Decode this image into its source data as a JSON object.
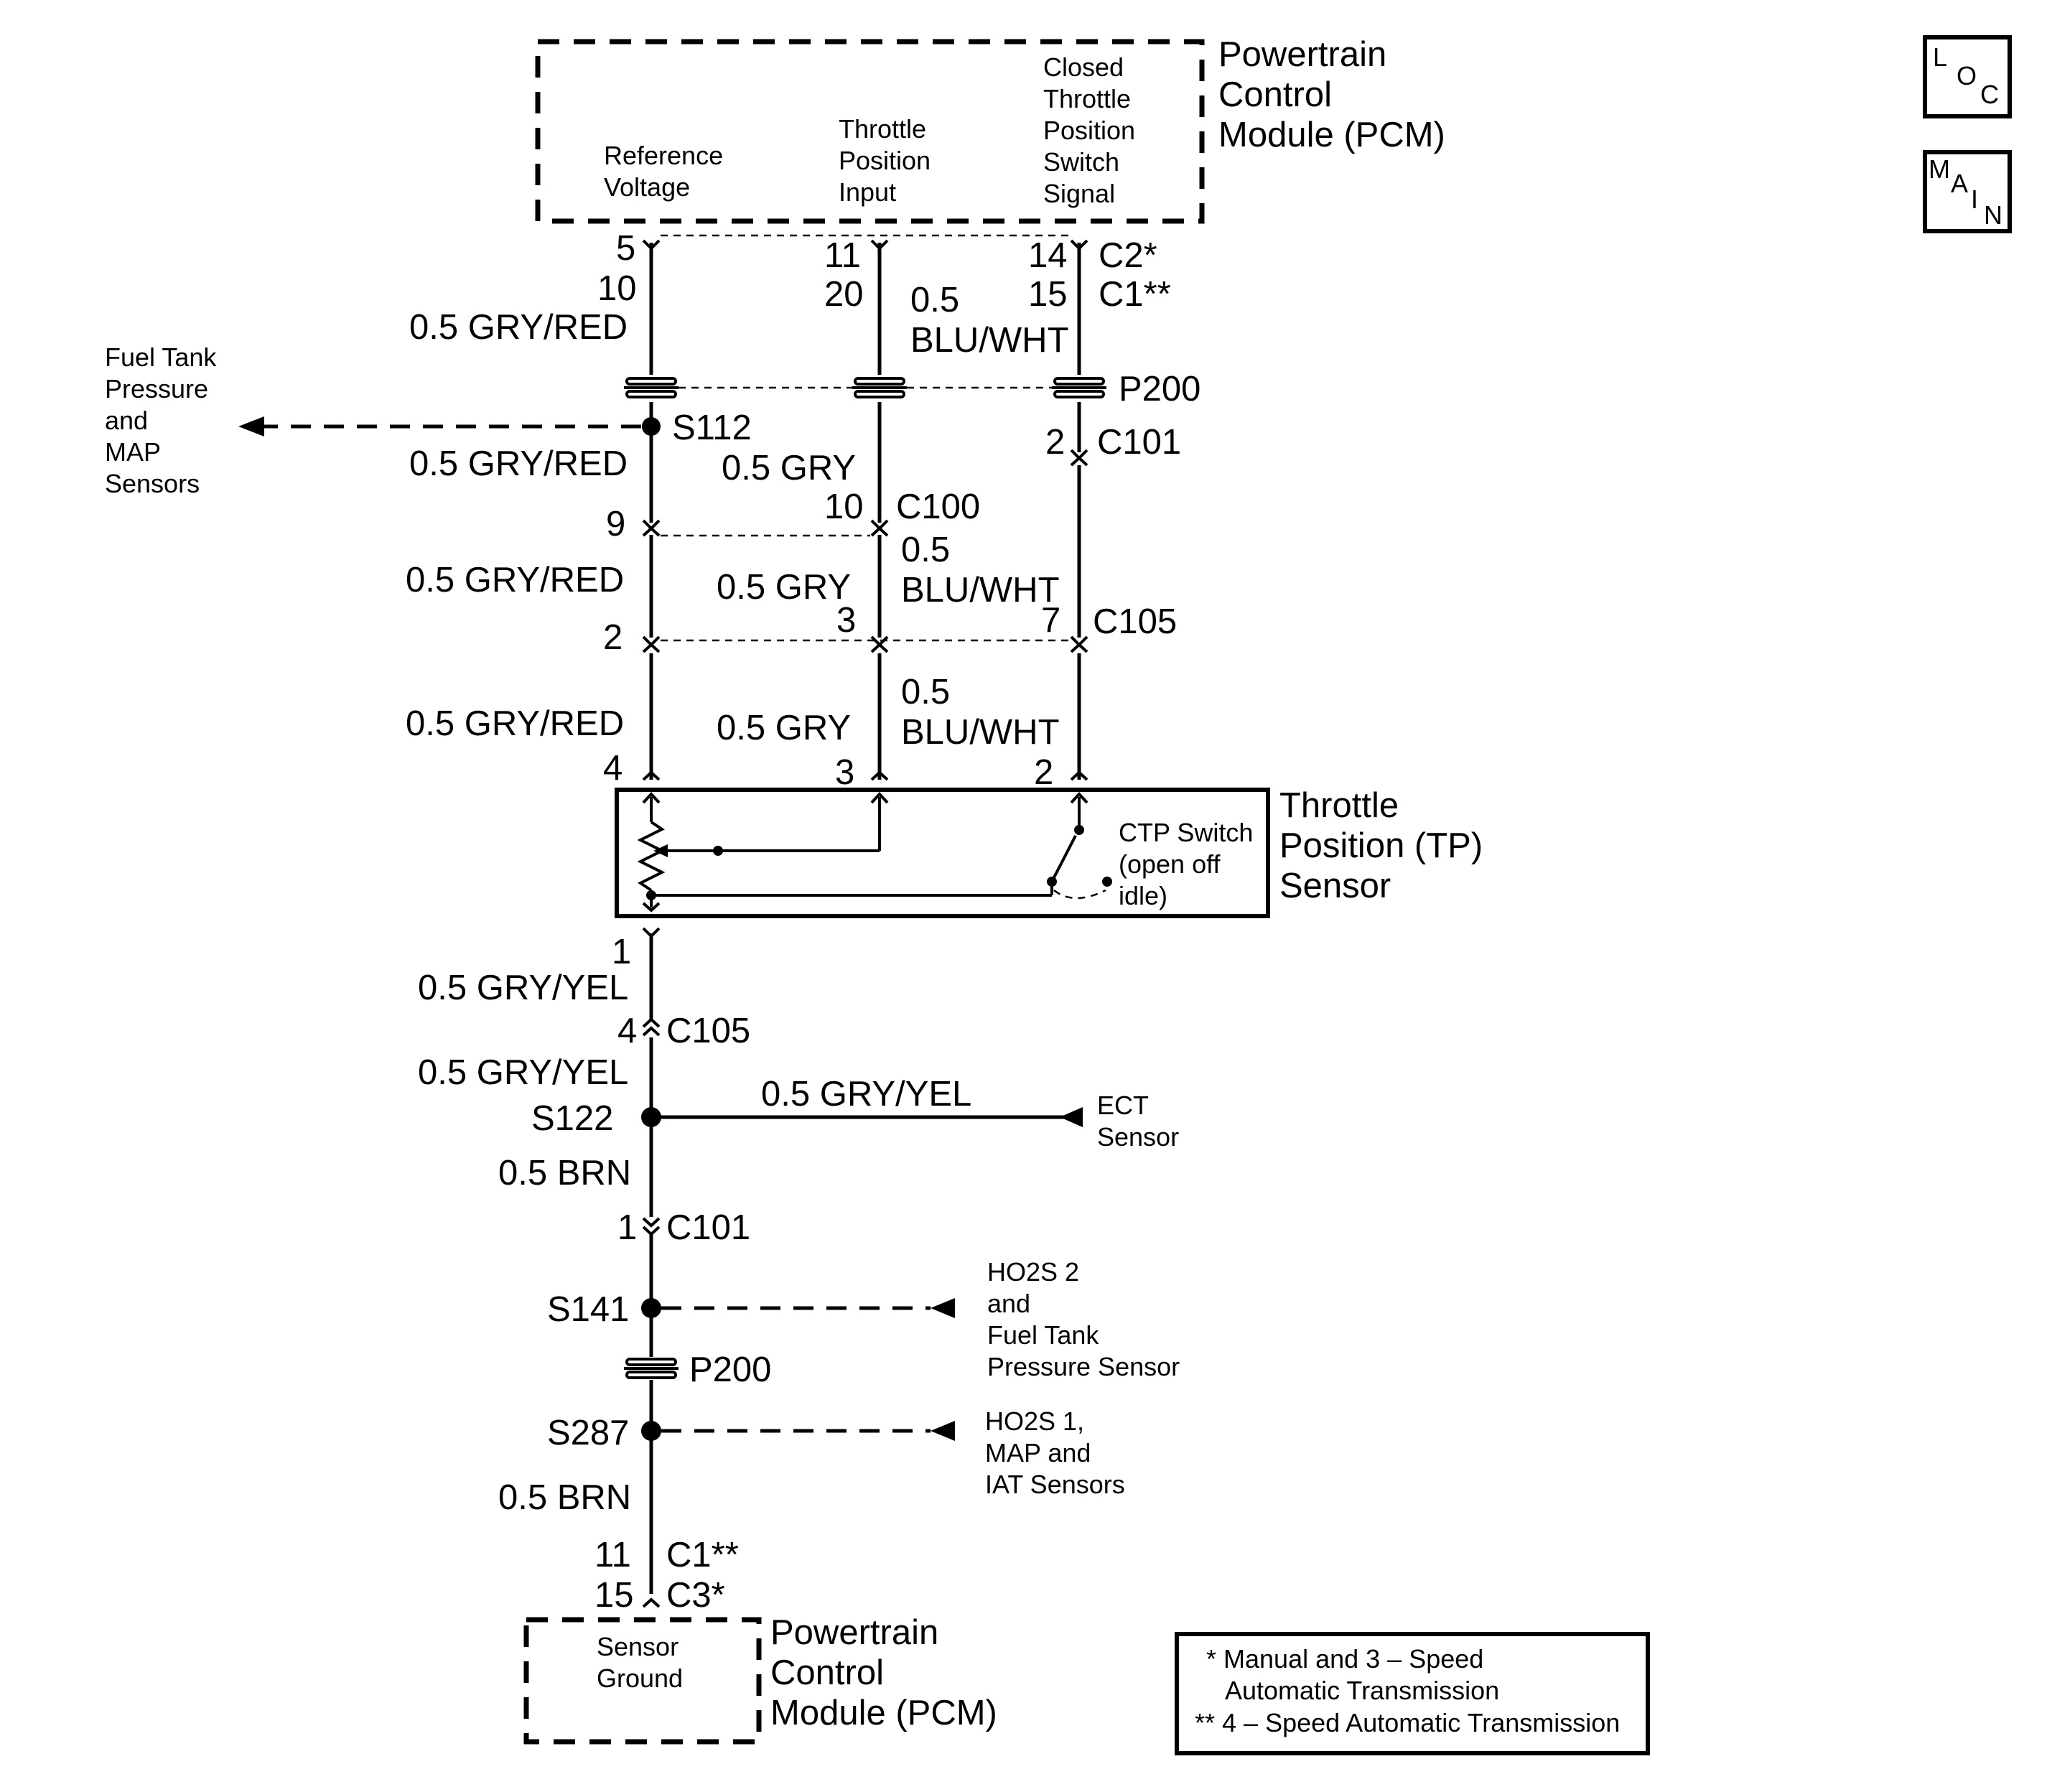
{
  "pcm_top": {
    "title": [
      "Powertrain",
      "Control",
      "Module (PCM)"
    ],
    "pins": {
      "ref_voltage": [
        "Reference",
        "Voltage"
      ],
      "tp_input": [
        "Throttle",
        "Position",
        "Input"
      ],
      "ctp_signal": [
        "Closed",
        "Throttle",
        "Position",
        "Switch",
        "Signal"
      ]
    }
  },
  "pcm_bottom": {
    "title": [
      "Powertrain",
      "Control",
      "Module (PCM)"
    ],
    "pin": [
      "Sensor",
      "Ground"
    ]
  },
  "tp_sensor": {
    "title": [
      "Throttle",
      "Position (TP)",
      "Sensor"
    ],
    "switch_label": [
      "CTP Switch",
      "(open off",
      "idle)"
    ]
  },
  "wires": {
    "gry_red": "0.5 GRY/RED",
    "gry": "0.5 GRY",
    "blu_wht_a": "0.5",
    "blu_wht_b": "BLU/WHT",
    "gry_yel": "0.5 GRY/YEL",
    "brn": "0.5 BRN"
  },
  "pins": {
    "p5": "5",
    "p10": "10",
    "p11": "11",
    "p20": "20",
    "p14": "14",
    "p15": "15",
    "p2": "2",
    "p9": "9",
    "p3": "3",
    "p7": "7",
    "p4": "4",
    "p1": "1"
  },
  "connectors": {
    "c2_star": "C2*",
    "c1_dstar": "C1**",
    "c3_star": "C3*",
    "p200": "P200",
    "c101": "C101",
    "c100": "C100",
    "c105": "C105"
  },
  "splices": {
    "s112": "S112",
    "s122": "S122",
    "s141": "S141",
    "s287": "S287"
  },
  "refs": {
    "fuel_map": [
      "Fuel Tank",
      "Pressure",
      "and",
      "MAP",
      "Sensors"
    ],
    "ect": [
      "ECT",
      "Sensor"
    ],
    "ho2s2": [
      "HO2S 2",
      "and",
      "Fuel Tank",
      "Pressure Sensor"
    ],
    "ho2s1": [
      "HO2S 1,",
      "MAP and",
      "IAT Sensors"
    ]
  },
  "legend": {
    "line1": "* Manual and 3 – Speed",
    "line2": "Automatic Transmission",
    "line3": "** 4 – Speed Automatic Transmission"
  },
  "nav": {
    "loc": [
      "L",
      "O",
      "C"
    ],
    "main": [
      "M",
      "A",
      "I",
      "N"
    ]
  }
}
